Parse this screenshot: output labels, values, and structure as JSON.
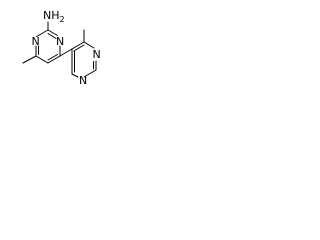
{
  "molecule": {
    "labels": {
      "amine": "NH",
      "amine_subscript": "2",
      "pyrimidine_n_top": "N",
      "pyrimidine_n_right": "N",
      "pyrazine_n_left": "N",
      "pyrazine_n_bottom": "N"
    },
    "colors": {
      "bond": "#000000",
      "label": "#000000",
      "background": "#ffffff"
    }
  }
}
